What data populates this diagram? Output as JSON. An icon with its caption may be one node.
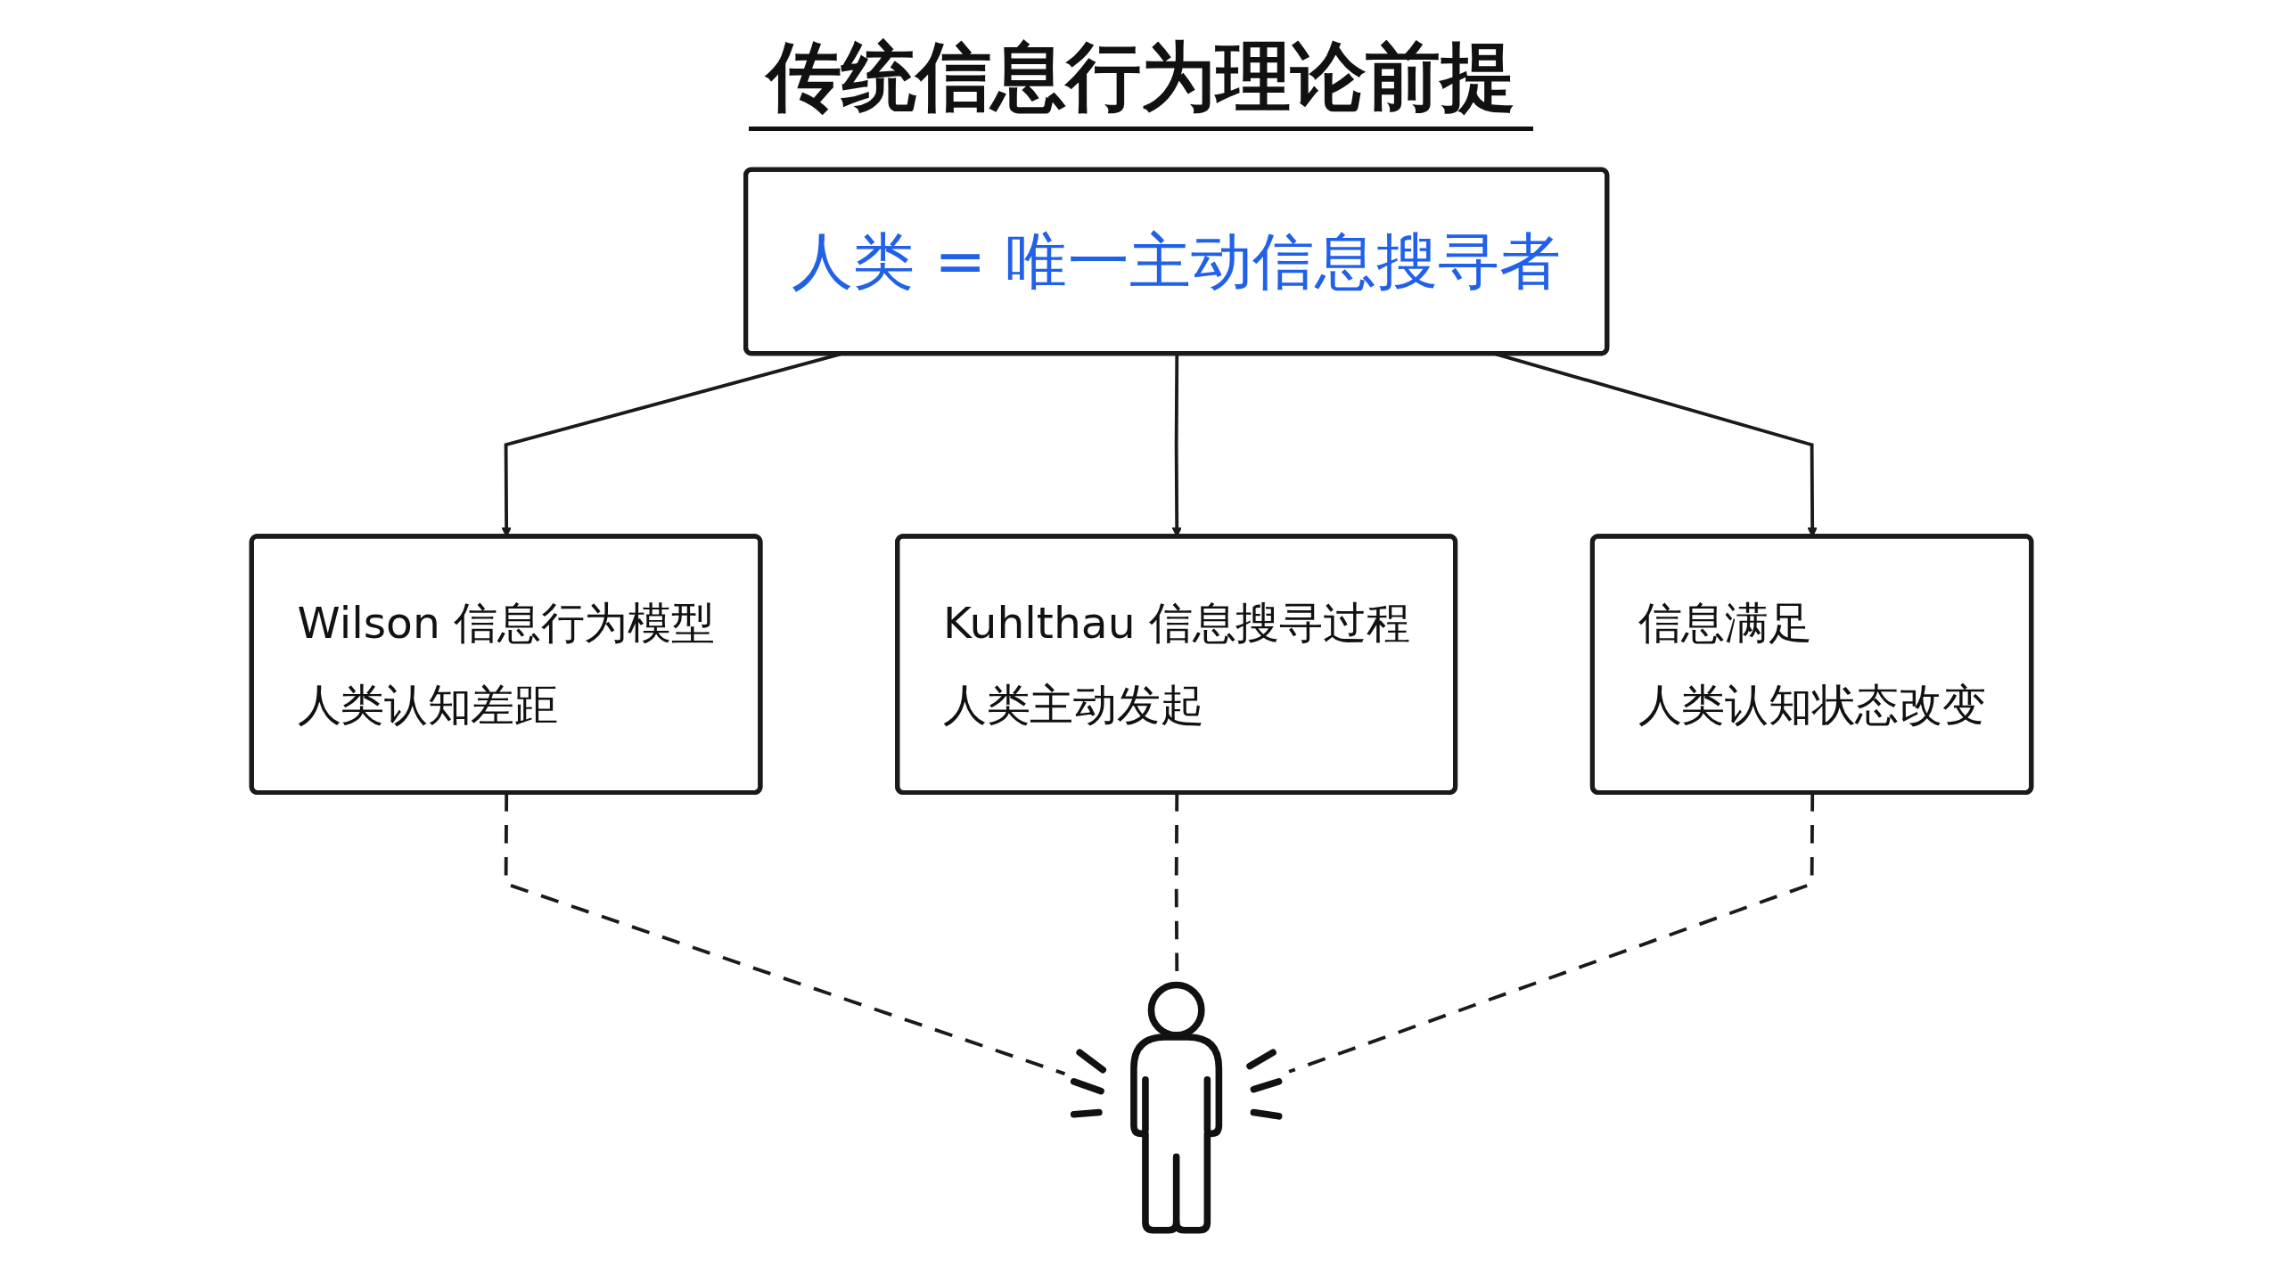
{
  "diagram": {
    "title": "传统信息行为理论前提",
    "nodes": [
      {
        "text": [
          "人类 = 唯一主动信息搜寻者"
        ]
      },
      {
        "text": [
          "Wilson 信息行为模型",
          "人类认知差距"
        ]
      },
      {
        "text": [
          "Kuhlthau 信息搜寻过程",
          "人类主动发起"
        ]
      },
      {
        "text": [
          "信息满足",
          "人类认知状态改变"
        ]
      },
      {
        "text": [],
        "shape": "person"
      }
    ],
    "edges": [
      {
        "from": 0,
        "to": 1,
        "arrow": "to"
      },
      {
        "from": 0,
        "to": 2,
        "arrow": "to"
      },
      {
        "from": 0,
        "to": 3,
        "arrow": "to"
      },
      {
        "from": 1,
        "to": 4,
        "arrow": "none",
        "style": "dashed"
      },
      {
        "from": 2,
        "to": 4,
        "arrow": "none",
        "style": "dashed"
      },
      {
        "from": 3,
        "to": 4,
        "arrow": "none",
        "style": "dashed"
      }
    ]
  }
}
